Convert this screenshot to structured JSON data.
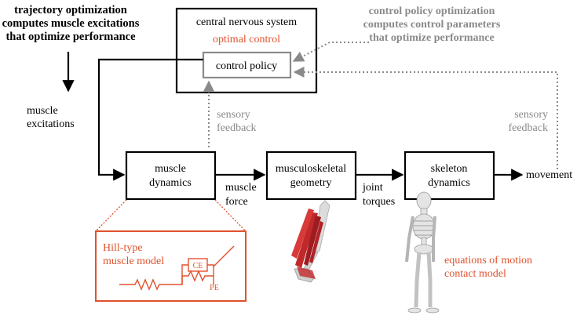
{
  "colors": {
    "black": "#000000",
    "grey": "#8a8a8a",
    "accent": "#e0522d",
    "muscle_red": "#c0282a",
    "bone": "#d9d9d9"
  },
  "top_left_note": {
    "line1": "trajectory optimization",
    "line2": "computes muscle excitations",
    "line3": "that optimize performance"
  },
  "top_right_note": {
    "line1": "control policy optimization",
    "line2": "computes control parameters",
    "line3": "that optimize performance"
  },
  "cns_box": {
    "title": "central nervous system",
    "subtitle": "optimal control",
    "inner_label": "control policy"
  },
  "muscle_excitations": {
    "line1": "muscle",
    "line2": "excitations"
  },
  "sensory_feedback_left": {
    "line1": "sensory",
    "line2": "feedback"
  },
  "sensory_feedback_right": {
    "line1": "sensory",
    "line2": "feedback"
  },
  "boxes": {
    "muscle_dynamics": {
      "line1": "muscle",
      "line2": "dynamics"
    },
    "musculoskeletal_geometry": {
      "line1": "musculoskeletal",
      "line2": "geometry"
    },
    "skeleton_dynamics": {
      "line1": "skeleton",
      "line2": "dynamics"
    }
  },
  "edge_labels": {
    "muscle_force": {
      "line1": "muscle",
      "line2": "force"
    },
    "joint_torques": {
      "line1": "joint",
      "line2": "torques"
    },
    "movement": "movement"
  },
  "hill_model": {
    "line1": "Hill-type",
    "line2": "muscle model",
    "ce": "CE",
    "pe": "PE"
  },
  "equations": {
    "line1": "equations of motion",
    "line2": "contact model"
  },
  "icons": [
    "leg-model-icon",
    "skeleton-figure-icon",
    "spring-element-icon"
  ]
}
